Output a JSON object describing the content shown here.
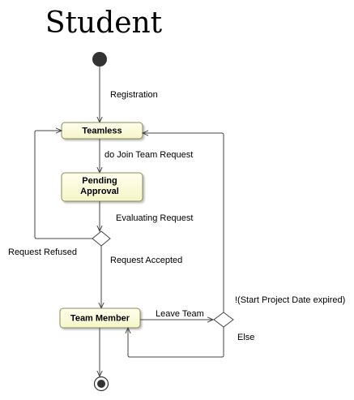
{
  "title": "Student",
  "states": {
    "teamless": "Teamless",
    "pending_line1": "Pending",
    "pending_line2": "Approval",
    "team_member": "Team Member"
  },
  "transitions": {
    "registration": "Registration",
    "join_request": "do Join Team Request",
    "evaluating": "Evaluating Request",
    "refused": "Request Refused",
    "accepted": "Request Accepted",
    "leave_team": "Leave Team",
    "project_date": "!(Start Project Date expired)",
    "else": "Else"
  },
  "colors": {
    "state_fill": "#fdfdd8",
    "state_border": "#8a8a5a",
    "line": "#444444"
  }
}
